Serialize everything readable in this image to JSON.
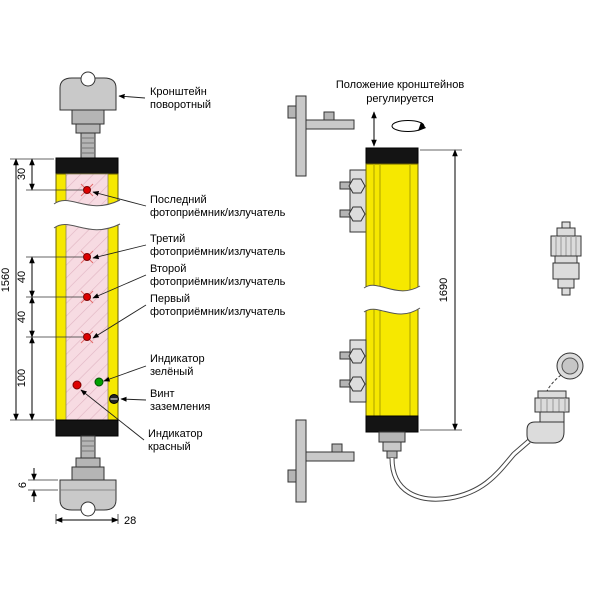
{
  "front": {
    "bracket_label": {
      "l1": "Кронштейн",
      "l2": "поворотный"
    },
    "receivers": [
      {
        "l1": "Последний",
        "l2": "фотоприёмник/излучатель"
      },
      {
        "l1": "Третий",
        "l2": "фотоприёмник/излучатель"
      },
      {
        "l1": "Второй",
        "l2": "фотоприёмник/излучатель"
      },
      {
        "l1": "Первый",
        "l2": "фотоприёмник/излучатель"
      }
    ],
    "green_indicator": {
      "l1": "Индикатор",
      "l2": "зелёный"
    },
    "ground_screw": {
      "l1": "Винт",
      "l2": "заземления"
    },
    "red_indicator": {
      "l1": "Индикатор",
      "l2": "красный"
    },
    "dims": {
      "d30": "30",
      "d1560": "1560",
      "d40a": "40",
      "d40b": "40",
      "d100": "100",
      "d6": "6",
      "d28": "28"
    }
  },
  "side": {
    "note": {
      "l1": "Положение кронштейнов",
      "l2": "регулируется"
    },
    "dims": {
      "d1690": "1690"
    }
  },
  "colors": {
    "body_yellow": "#f6e800",
    "window_pink": "#f7dbe2",
    "cap_black": "#141414",
    "metal_gray": "#c9c9c9",
    "emitter_red": "#dd0000",
    "indicator_green": "#00a000"
  }
}
